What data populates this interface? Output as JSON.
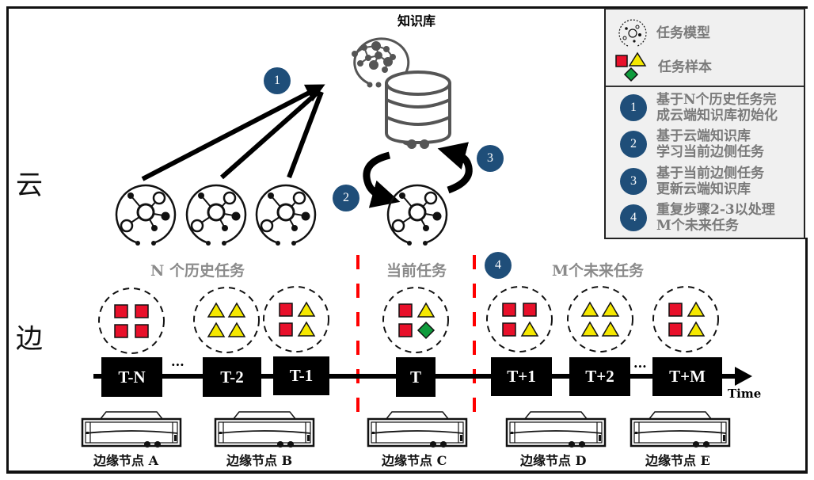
{
  "title": "知识库",
  "side_labels": {
    "cloud": "云",
    "edge": "边"
  },
  "legend": {
    "model_label": "任务模型",
    "sample_label": "任务样本",
    "steps": [
      {
        "num": "1",
        "line1": "基于N个历史任务完",
        "line2": "成云端知识库初始化"
      },
      {
        "num": "2",
        "line1": "基于云端知识库",
        "line2": "学习当前边侧任务"
      },
      {
        "num": "3",
        "line1": "基于当前边侧任务",
        "line2": "更新云端知识库"
      },
      {
        "num": "4",
        "line1": "重复步骤2-3以处理",
        "line2": "M个未来任务"
      }
    ]
  },
  "section_labels": {
    "history": "N 个历史任务",
    "current": "当前任务",
    "future": "M个未来任务"
  },
  "diagram_badges": [
    "1",
    "2",
    "3",
    "4"
  ],
  "timeline": {
    "axis_label": "Time",
    "ellipsis": "...",
    "tasks": [
      {
        "label": "T-N",
        "samples": [
          "square",
          "square",
          "square",
          "square"
        ]
      },
      {
        "label": "T-2",
        "samples": [
          "triangle",
          "triangle",
          "triangle",
          "triangle"
        ]
      },
      {
        "label": "T-1",
        "samples": [
          "square",
          "triangle",
          "square",
          "triangle"
        ]
      },
      {
        "label": "T",
        "samples": [
          "square",
          "triangle",
          "square",
          "diamond"
        ]
      },
      {
        "label": "T+1",
        "samples": [
          "square",
          "square",
          "square",
          "triangle"
        ]
      },
      {
        "label": "T+2",
        "samples": [
          "triangle",
          "triangle",
          "triangle",
          "triangle"
        ]
      },
      {
        "label": "T+M",
        "samples": [
          "square",
          "triangle",
          "square",
          "triangle"
        ]
      }
    ]
  },
  "edge_nodes": [
    "边缘节点 A",
    "边缘节点 B",
    "边缘节点 C",
    "边缘节点 D",
    "边缘节点 E"
  ],
  "colors": {
    "badge": "#1f4e79",
    "square": "#e8102a",
    "triangle": "#f5e800",
    "diamond": "#0f9b3c",
    "divider": "#ff0000",
    "gray_text": "#8a8a8a"
  }
}
